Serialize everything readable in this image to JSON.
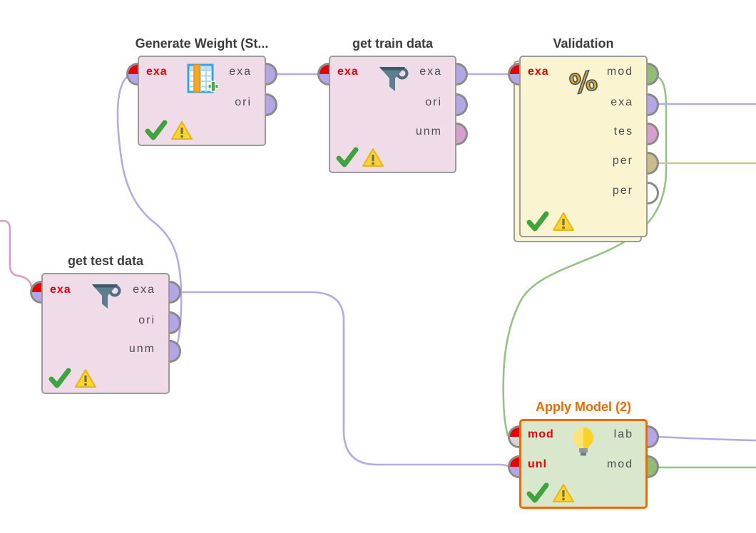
{
  "app": "process-canvas",
  "colors": {
    "title": "#3d3d3d",
    "selected_title": "#f26800",
    "port_label": "#4d4d4d",
    "input_label": "#e80000",
    "port_ring": "#8a8a8a",
    "node_border": "#9b9b9b",
    "selected_border": "#f26800",
    "success_green": "#3ea53e",
    "warning_yellow": "#ffd42b",
    "wire_purple": "#b7a9e8",
    "wire_green": "#95c383",
    "wire_tan": "#cfc48f",
    "wire_pink": "#dc9cc6"
  },
  "nodes": [
    {
      "title": "Generate Weight (St...",
      "icon": "table-add-icon",
      "fill": "#f0dce9",
      "inputs": [
        {
          "label": "exa",
          "top": "#e60000",
          "bottom": "#b3a5e6"
        }
      ],
      "outputs": [
        {
          "label": "exa",
          "color": "#b3a5e6"
        },
        {
          "label": "ori",
          "color": "#b3a5e6"
        }
      ],
      "status": {
        "success": true,
        "warning": true
      }
    },
    {
      "title": "get train data",
      "icon": "filter-icon",
      "fill": "#f0dce9",
      "inputs": [
        {
          "label": "exa",
          "top": "#e60000",
          "bottom": "#b3a5e6"
        }
      ],
      "outputs": [
        {
          "label": "exa",
          "color": "#b3a5e6"
        },
        {
          "label": "ori",
          "color": "#b3a5e6"
        },
        {
          "label": "unm",
          "color": "#d79fcd"
        }
      ],
      "status": {
        "success": true,
        "warning": true
      }
    },
    {
      "title": "Validation",
      "icon": "percent-icon",
      "fill": "#fbf4d0",
      "subprocess": true,
      "inputs": [
        {
          "label": "exa",
          "top": "#e60000",
          "bottom": "#b3a5e6"
        }
      ],
      "outputs": [
        {
          "label": "mod",
          "color": "#90bd74"
        },
        {
          "label": "exa",
          "color": "#b3a5e6"
        },
        {
          "label": "tes",
          "color": "#d79fcd"
        },
        {
          "label": "per",
          "color": "#c9bc8a"
        },
        {
          "label": "per",
          "color": "#ffffff"
        }
      ],
      "status": {
        "success": true,
        "warning": true
      }
    },
    {
      "title": "get test data",
      "icon": "filter-icon",
      "fill": "#f0dce9",
      "inputs": [
        {
          "label": "exa",
          "top": "#e60000",
          "bottom": "#b3a5e6"
        }
      ],
      "outputs": [
        {
          "label": "exa",
          "color": "#b3a5e6"
        },
        {
          "label": "ori",
          "color": "#b3a5e6"
        },
        {
          "label": "unm",
          "color": "#b3a5e6"
        }
      ],
      "status": {
        "success": true,
        "warning": true
      }
    },
    {
      "title": "Apply Model (2)",
      "icon": "lightbulb-icon",
      "fill": "#d9e7cd",
      "selected": true,
      "inputs": [
        {
          "label": "mod",
          "top": "#e60000",
          "bottom": "#d6d6d6"
        },
        {
          "label": "unl",
          "top": "#e60000",
          "bottom": "#b3a5e6"
        }
      ],
      "outputs": [
        {
          "label": "lab",
          "color": "#b3a5e6"
        },
        {
          "label": "mod",
          "color": "#90bd74"
        }
      ],
      "status": {
        "success": true,
        "warning": true
      }
    }
  ],
  "wires": [
    {
      "name": "wire-offscreen-left-to-get-test-data-exa",
      "color": "#dc9cc6",
      "from": "offscreen-left",
      "to": "get test data.exa"
    },
    {
      "name": "wire-generate-weight-exa-to-get-train-data-exa",
      "color": "#b7a9e8",
      "from": "Generate Weight (St....exa",
      "to": "get train data.exa"
    },
    {
      "name": "wire-get-test-data-unm-to-generate-weight-exa",
      "color": "#b7a9e8",
      "from": "get test data.unm",
      "to": "Generate Weight (St....exa"
    },
    {
      "name": "wire-get-test-data-exa-to-apply-model-unl",
      "color": "#b7a9e8",
      "from": "get test data.exa",
      "to": "Apply Model (2).unl"
    },
    {
      "name": "wire-get-train-data-exa-to-validation-exa",
      "color": "#b7a9e8",
      "from": "get train data.exa",
      "to": "Validation.exa"
    },
    {
      "name": "wire-validation-mod-to-apply-model-mod",
      "color": "#95c383",
      "from": "Validation.mod",
      "to": "Apply Model (2).mod"
    },
    {
      "name": "wire-validation-exa-to-offscreen-right",
      "color": "#b7a9e8",
      "from": "Validation.exa",
      "to": "offscreen-right"
    },
    {
      "name": "wire-validation-per-to-offscreen-right",
      "color": "#cfc48f",
      "from": "Validation.per",
      "to": "offscreen-right"
    },
    {
      "name": "wire-apply-model-lab-to-offscreen-right",
      "color": "#b7a9e8",
      "from": "Apply Model (2).lab",
      "to": "offscreen-right"
    },
    {
      "name": "wire-apply-model-mod-to-offscreen-right",
      "color": "#95c383",
      "from": "Apply Model (2).mod",
      "to": "offscreen-right"
    }
  ]
}
